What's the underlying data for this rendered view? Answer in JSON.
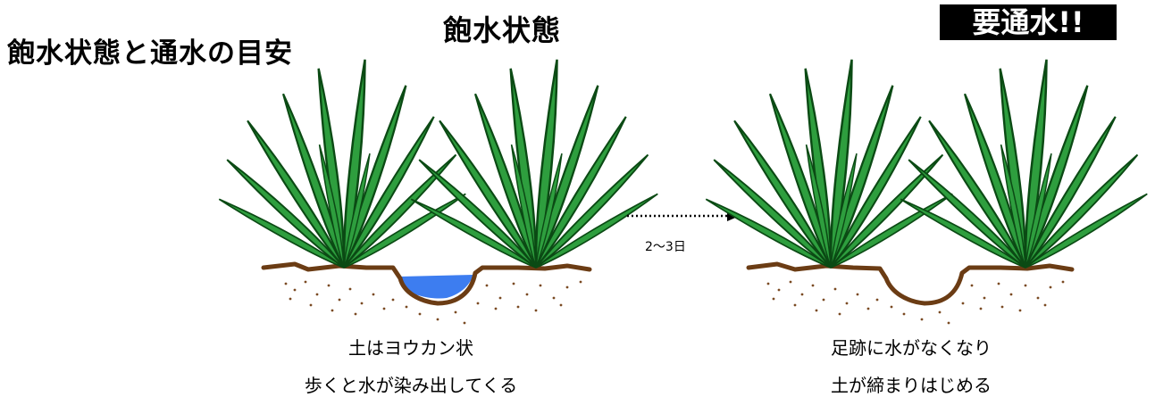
{
  "title": "飽水状態と通水の目安",
  "left_panel": {
    "heading": "飽水状態",
    "caption_line1": "土はヨウカン状",
    "caption_line2": "歩くと水が染み出してくる"
  },
  "right_panel": {
    "badge": "要通水!!",
    "caption_line1": "足跡に水がなくなり",
    "caption_line2": "土が締まりはじめる"
  },
  "transition": {
    "label": "2～3日"
  },
  "colors": {
    "leaf_fill": "#2e9e3e",
    "leaf_stroke": "#0b4a14",
    "soil_line": "#6b3c14",
    "soil_dots": "#7a4a22",
    "water": "#3d7df0",
    "badge_bg": "#000000",
    "badge_text": "#ffffff"
  }
}
